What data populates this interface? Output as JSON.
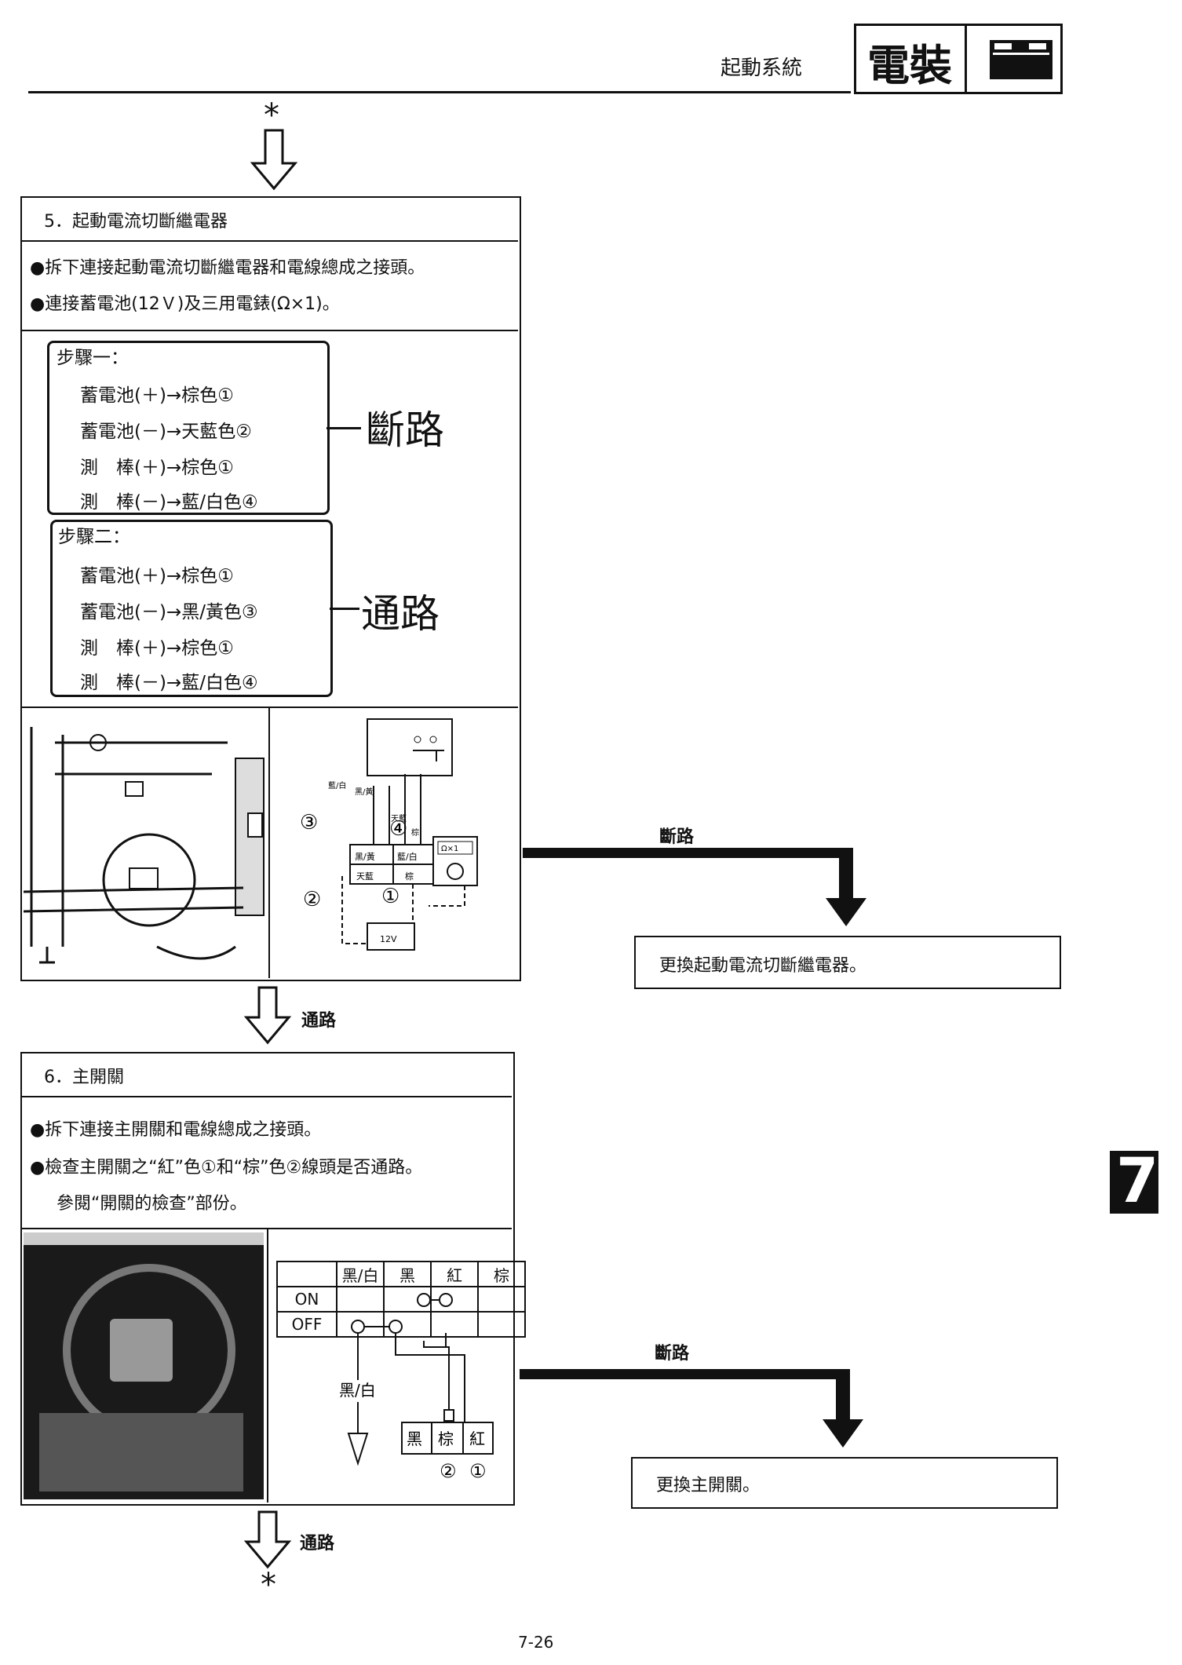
{
  "header": {
    "section_title": "起動系統",
    "chapter_label": "電裝"
  },
  "flow": {
    "start_marker": "*",
    "end_marker": "*",
    "pass_label_1": "通路",
    "pass_label_2": "通路"
  },
  "step5": {
    "title": "5．起動電流切斷繼電器",
    "bullets": [
      "●拆下連接起動電流切斷繼電器和電線總成之接頭。",
      "●連接蓄電池(12Ｖ)及三用電錶(Ω×1)。"
    ],
    "step1": {
      "heading": "步驟一：",
      "lines": [
        "蓄電池(＋)→棕色①",
        "蓄電池(－)→天藍色②",
        "測　棒(＋)→棕色①",
        "測　棒(－)→藍/白色④"
      ],
      "result": "斷路"
    },
    "step2": {
      "heading": "步驟二：",
      "lines": [
        "蓄電池(＋)→棕色①",
        "蓄電池(－)→黑/黃色③",
        "測　棒(＋)→棕色①",
        "測　棒(－)→藍/白色④"
      ],
      "result": "通路"
    },
    "diagram": {
      "labels": [
        "藍/白",
        "黑/黃",
        "天藍",
        "棕",
        "黑/黃",
        "藍/白",
        "天藍",
        "棕"
      ],
      "meter": "Ω×1",
      "battery": "12V",
      "num1": "①",
      "num2": "②",
      "num3": "③",
      "num4": "④"
    },
    "fail_label": "斷路",
    "fail_action": "更換起動電流切斷繼電器。"
  },
  "step6": {
    "title": "6．主開關",
    "bullets": [
      "●拆下連接主開關和電線總成之接頭。",
      "●檢查主開關之“紅”色①和“棕”色②線頭是否通路。"
    ],
    "bullet_cont": "參閱“開關的檢查”部份。",
    "table": {
      "columns": [
        "",
        "黑/白",
        "黑",
        "紅",
        "棕"
      ],
      "rows": [
        "ON",
        "OFF"
      ]
    },
    "ground_label": "黑/白",
    "connector": [
      "黑",
      "棕",
      "紅"
    ],
    "conn_nums": [
      "②",
      "①"
    ],
    "fail_label": "斷路",
    "fail_action": "更換主開關。"
  },
  "side_tab": "7",
  "page_number": "7-26"
}
